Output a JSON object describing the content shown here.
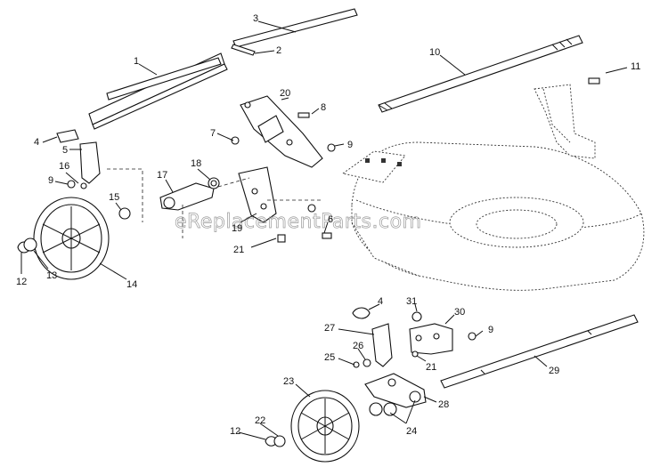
{
  "watermark": "eReplacementParts.com",
  "callouts": [
    "1",
    "2",
    "3",
    "4",
    "5",
    "6",
    "7",
    "8",
    "9",
    "9",
    "9",
    "9",
    "10",
    "11",
    "12",
    "12",
    "13",
    "14",
    "15",
    "16",
    "17",
    "18",
    "19",
    "20",
    "21",
    "21",
    "22",
    "23",
    "24",
    "25",
    "26",
    "27",
    "28",
    "29",
    "30",
    "31",
    "4"
  ]
}
